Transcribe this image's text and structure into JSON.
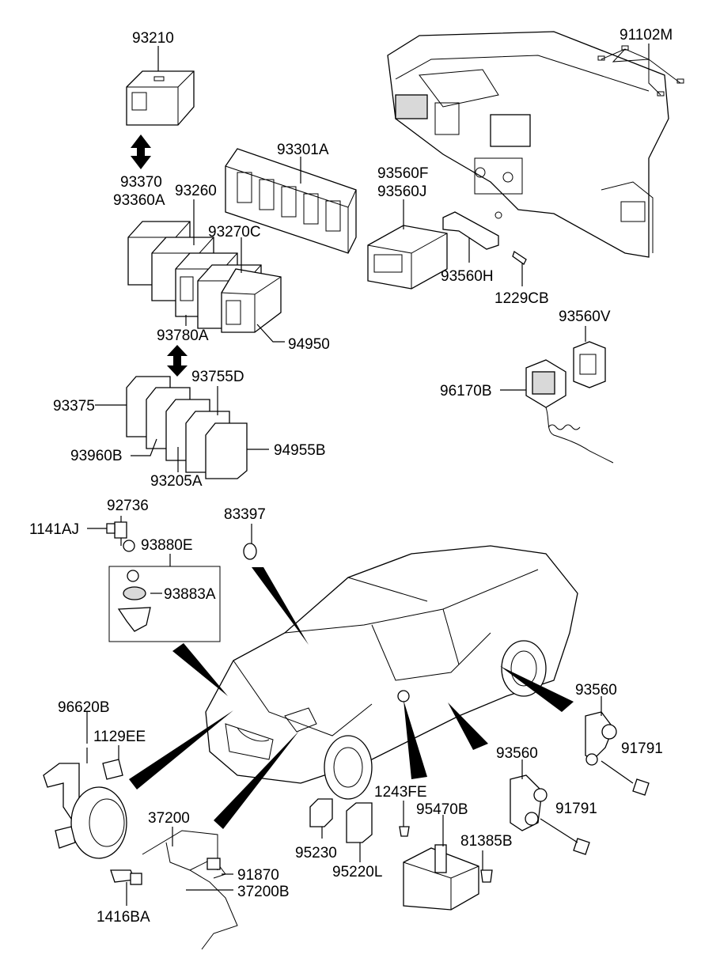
{
  "labels": {
    "p93210": "93210",
    "p93370": "93370",
    "p93360A": "93360A",
    "p93260": "93260",
    "p93301A": "93301A",
    "p93270C": "93270C",
    "p93780A": "93780A",
    "p94950": "94950",
    "p93755D": "93755D",
    "p93375": "93375",
    "p93960B": "93960B",
    "p93205A": "93205A",
    "p94955B": "94955B",
    "p91102M": "91102M",
    "p93560F": "93560F",
    "p93560J": "93560J",
    "p93560H": "93560H",
    "p1229CB": "1229CB",
    "p93560V": "93560V",
    "p96170B": "96170B",
    "p92736": "92736",
    "p1141AJ": "1141AJ",
    "p93880E": "93880E",
    "p93883A": "93883A",
    "p83397": "83397",
    "p96620B": "96620B",
    "p1129EE": "1129EE",
    "p37200": "37200",
    "p91870": "91870",
    "p37200B": "37200B",
    "p1416BA": "1416BA",
    "p95230": "95230",
    "p95220L": "95220L",
    "p1243FE": "1243FE",
    "p95470B": "95470B",
    "p81385B": "81385B",
    "p93560_a": "93560",
    "p91791_a": "91791",
    "p93560_b": "93560",
    "p91791_b": "91791"
  }
}
